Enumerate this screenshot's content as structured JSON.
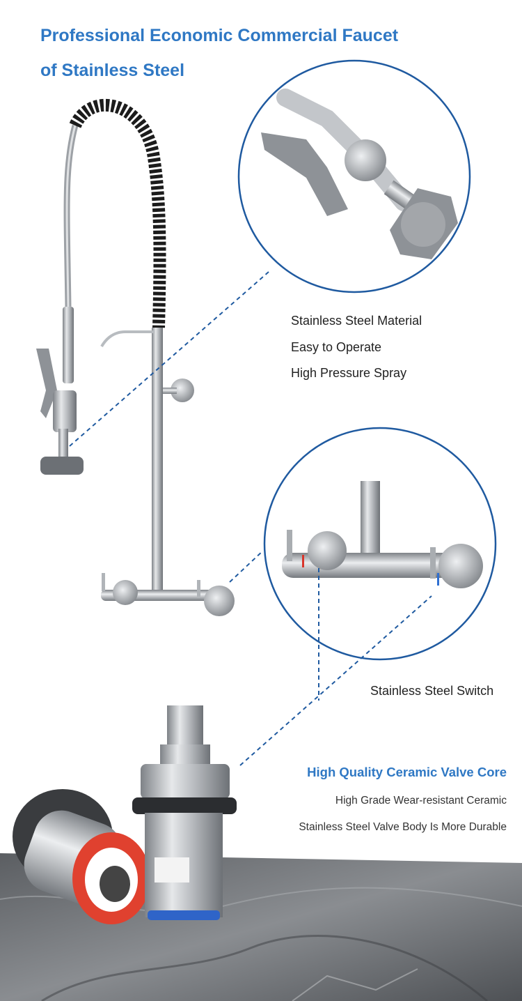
{
  "title": {
    "line1": "Professional Economic Commercial Faucet",
    "line2": "of Stainless Steel"
  },
  "features": [
    "Stainless Steel Material",
    "Easy to Operate",
    "High Pressure Spray"
  ],
  "switch_label": "Stainless Steel Switch",
  "valve_core": {
    "heading": "High Quality Ceramic Valve Core",
    "line1": "High Grade Wear-resistant Ceramic",
    "line2": "Stainless Steel Valve Body Is More Durable"
  },
  "colors": {
    "accent": "#2f78c4",
    "callout_circle": "#1f5aa0"
  }
}
